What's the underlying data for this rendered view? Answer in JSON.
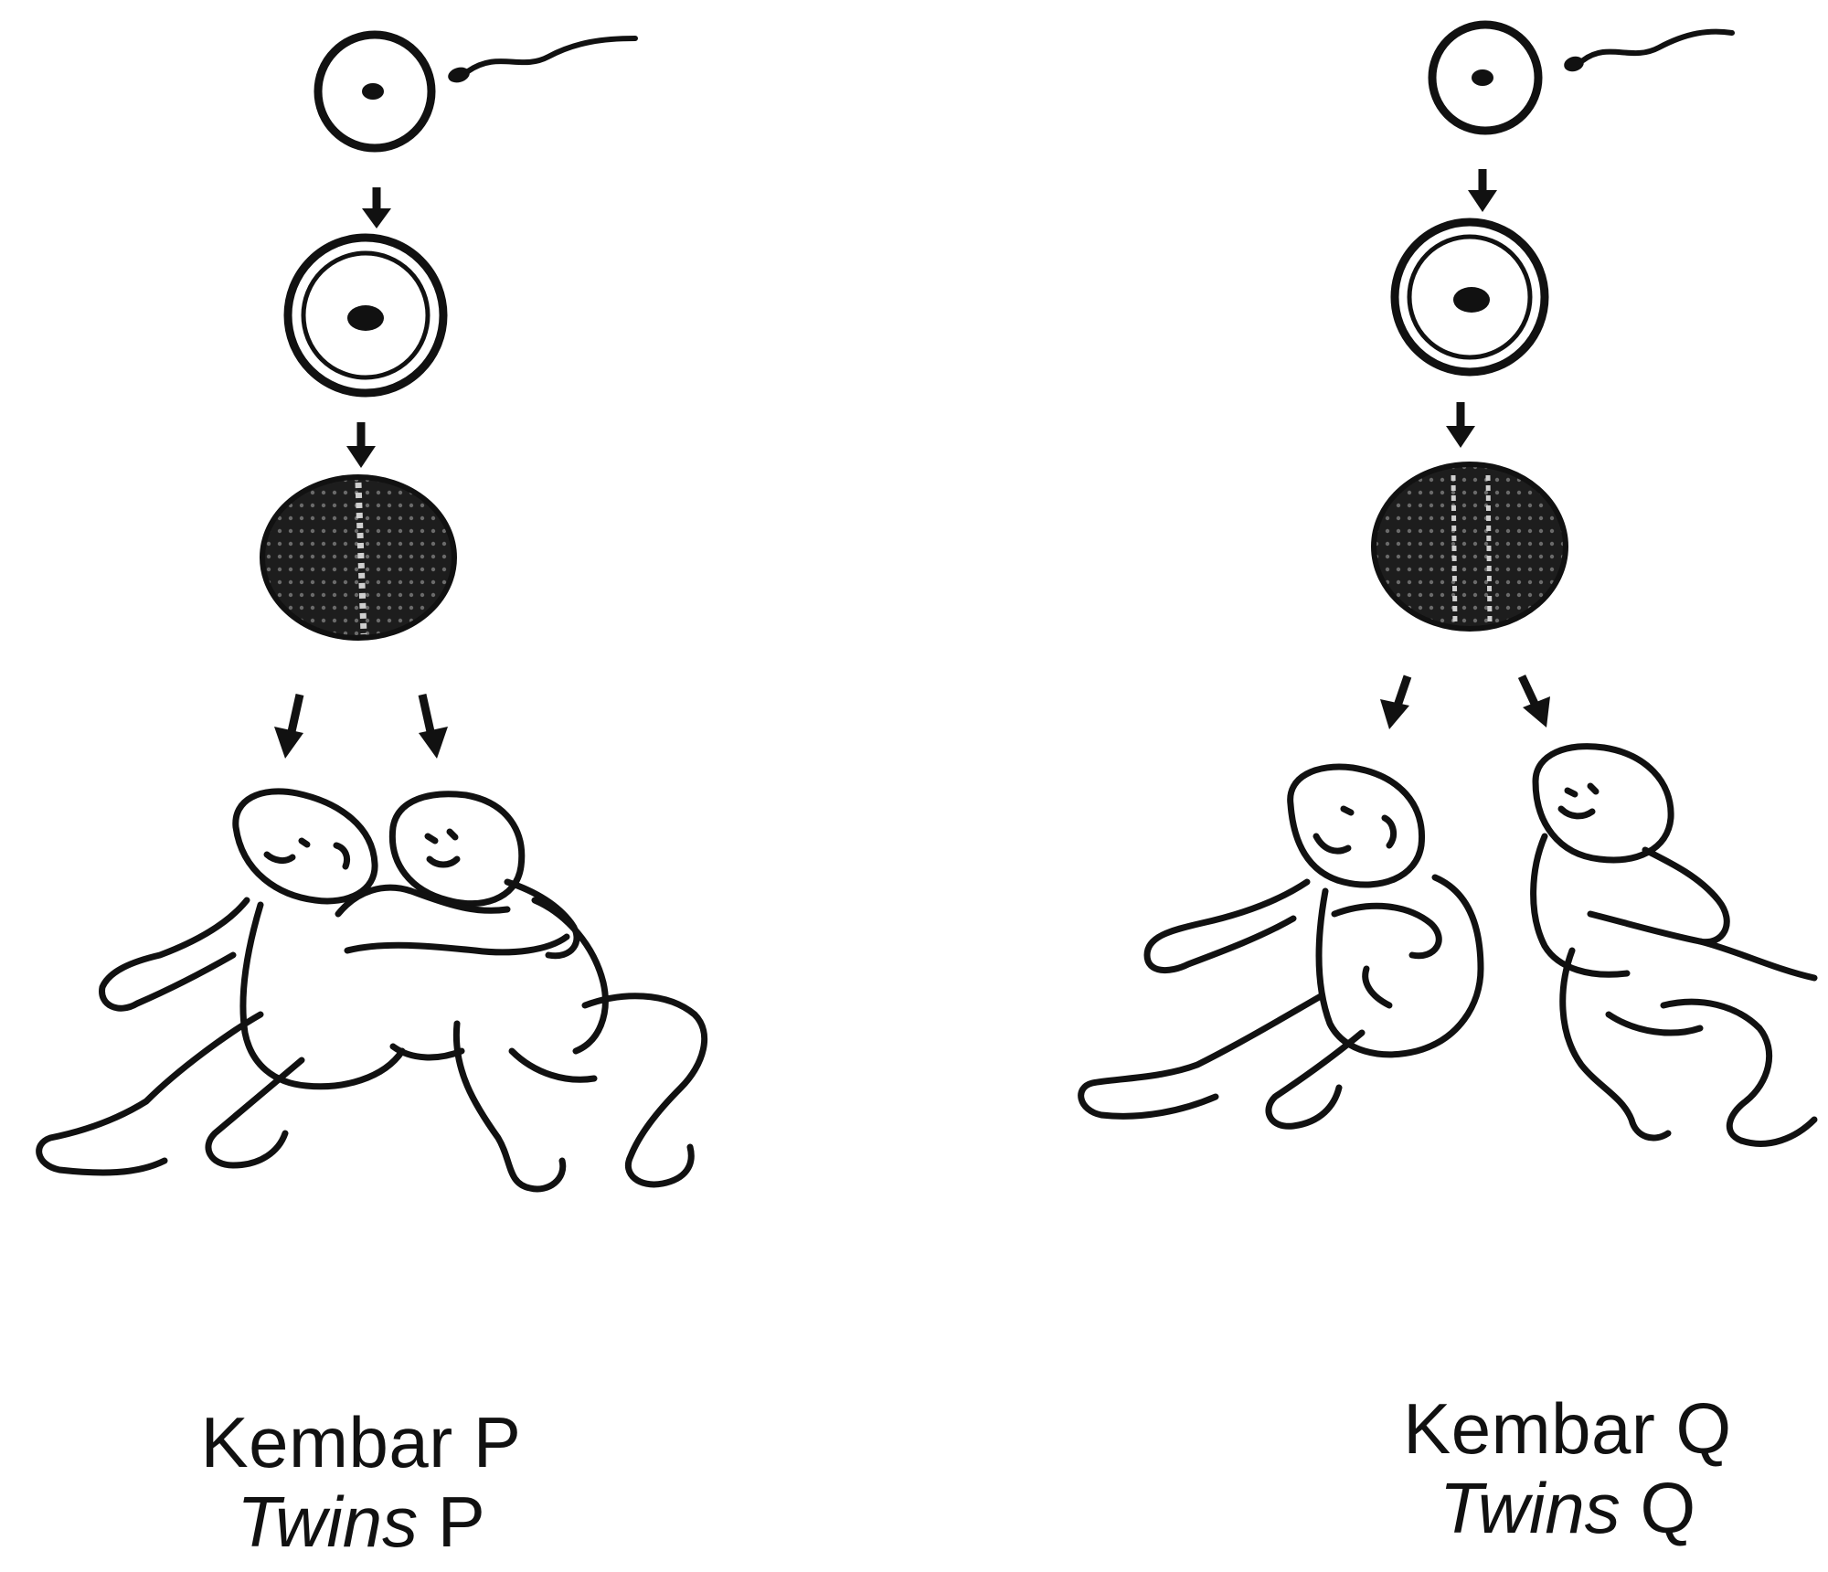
{
  "panels": {
    "p": {
      "label_line1": "Kembar P",
      "label_line2_word": "Twins",
      "label_line2_letter": "P"
    },
    "q": {
      "label_line1": "Kembar Q",
      "label_line2_word": "Twins",
      "label_line2_letter": "Q"
    }
  },
  "colors": {
    "ink": "#111111",
    "background": "#ffffff"
  }
}
